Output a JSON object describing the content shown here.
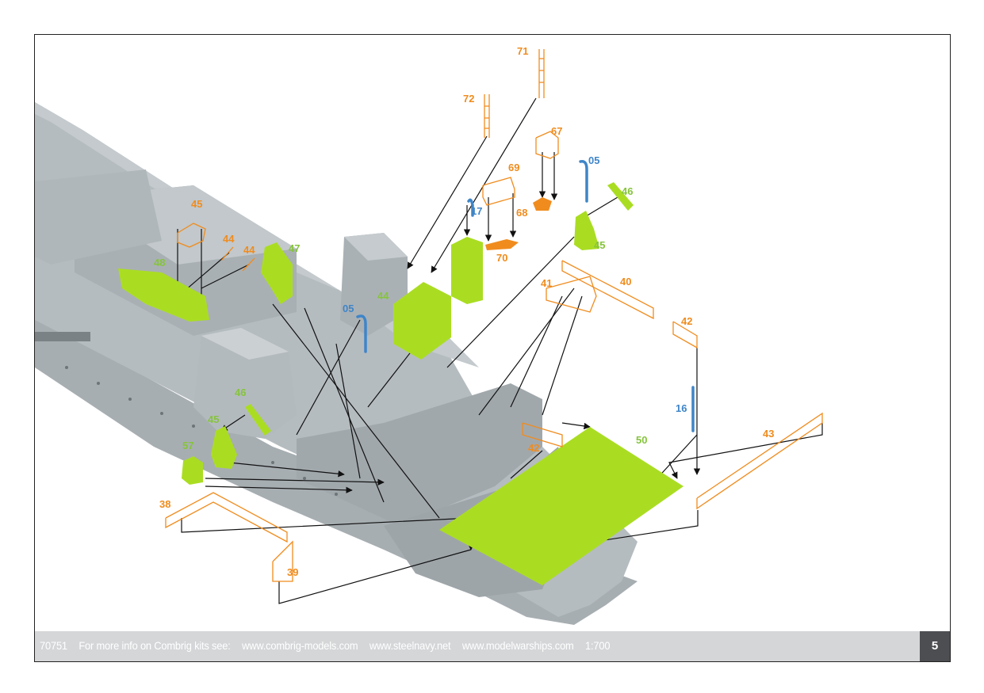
{
  "colors": {
    "background": "#ffffff",
    "hull": "#b5bcc0",
    "hull_light": "#c9cfd2",
    "hull_dark": "#9aa2a6",
    "green_part": "#aadd22",
    "orange_part": "#f08c1e",
    "blue_part": "#3f85c8",
    "arrow": "#111111",
    "footer_bg": "#d4d6d8",
    "page_num_bg": "#4d4e52"
  },
  "footer": {
    "kit_number": "70751",
    "info_text": "For more info on Combrig kits see:",
    "site_1": "www.combrig-models.com",
    "site_2": "www.steelnavy.net",
    "site_3": "www.modelwarships.com",
    "scale": "1:700"
  },
  "page_number": "5",
  "part_labels": {
    "p71": "71",
    "p72": "72",
    "p67": "67",
    "p69": "69",
    "p05_top": "05",
    "p46_top": "46",
    "p17": "17",
    "p68": "68",
    "p70": "70",
    "p45_top": "45",
    "p45_boat": "45",
    "p44_a": "44",
    "p44_b": "44",
    "p47": "47",
    "p48": "48",
    "p44_green": "44",
    "p05_mid": "05",
    "p41": "41",
    "p40": "40",
    "p42_top": "42",
    "p16": "16",
    "p50": "50",
    "p42_bottom": "42",
    "p43": "43",
    "p46_bottom": "46",
    "p45_bottom": "45",
    "p57": "57",
    "p38": "38",
    "p39": "39"
  }
}
